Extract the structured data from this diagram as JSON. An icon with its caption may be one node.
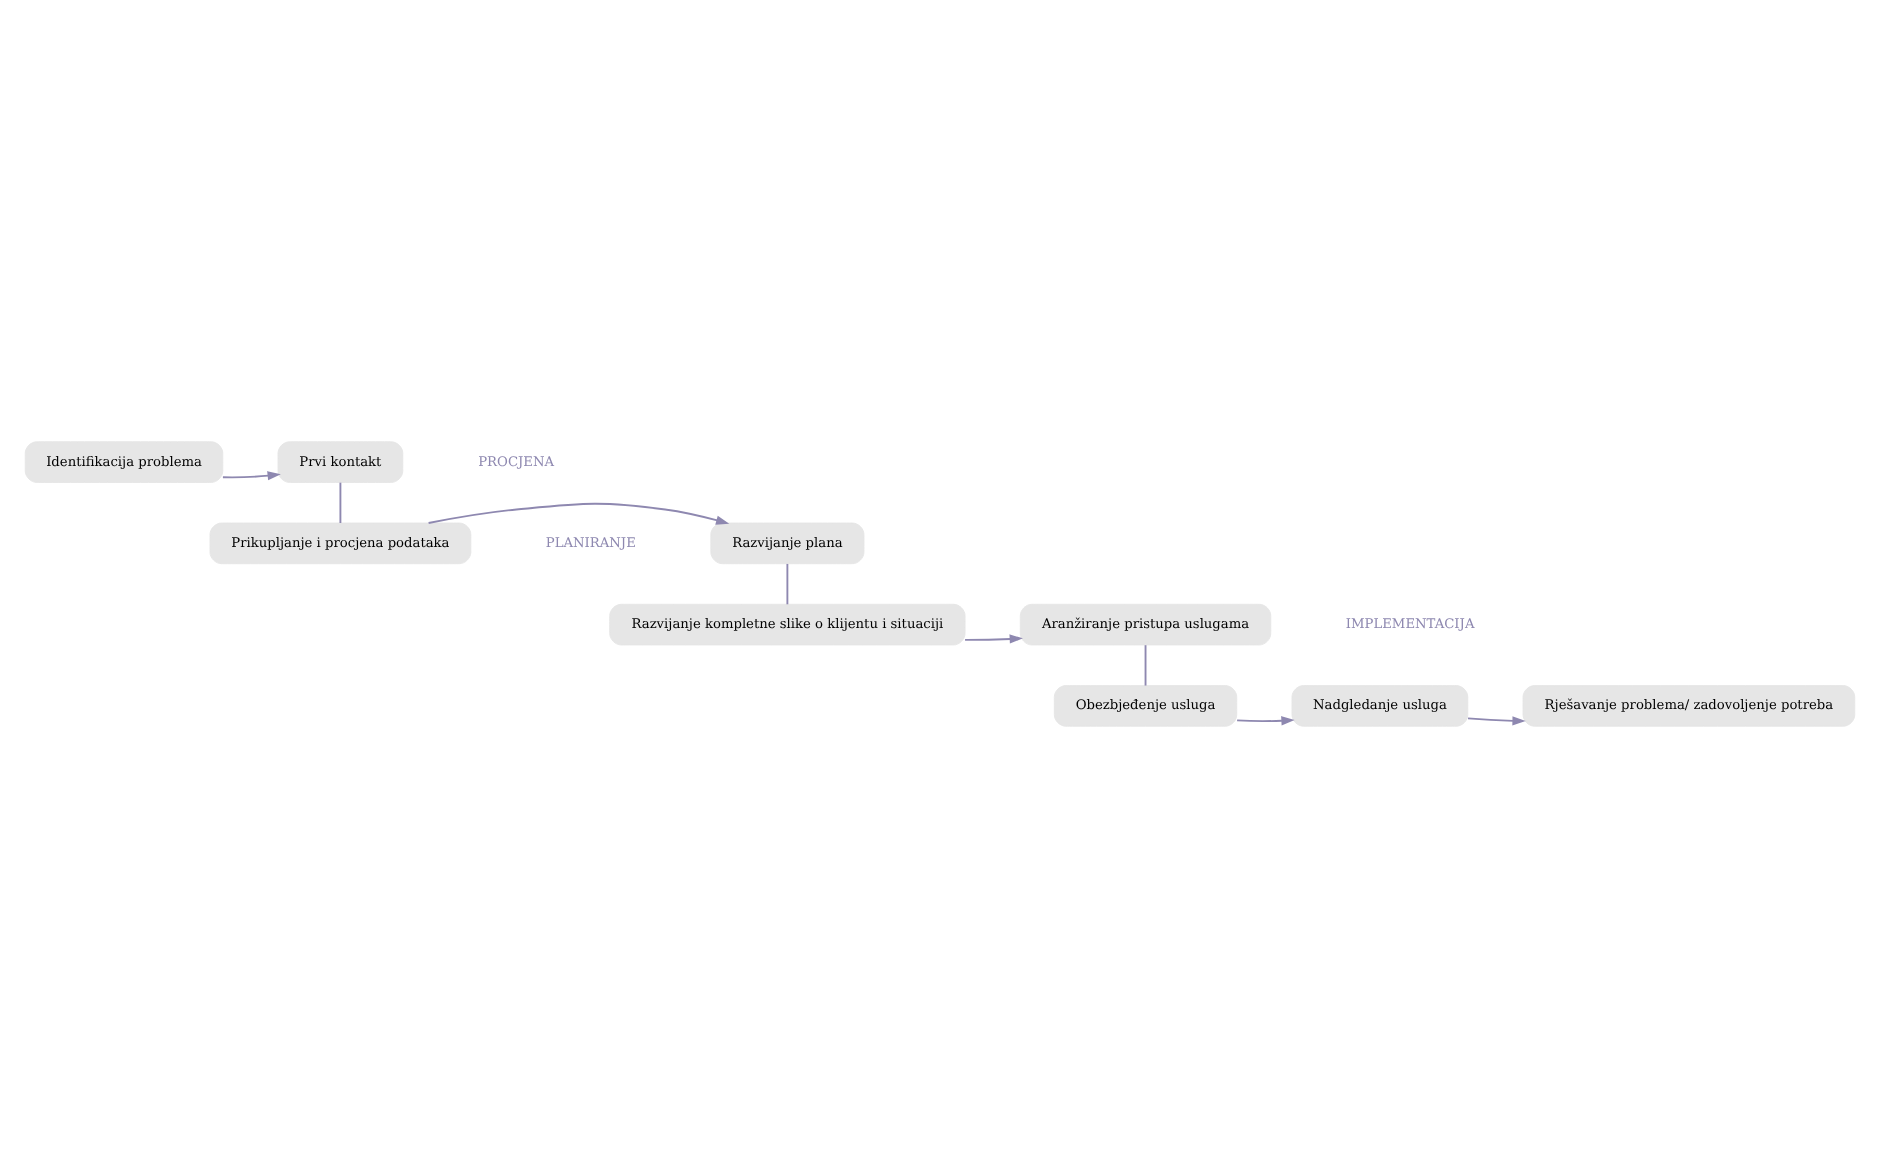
{
  "diagram": {
    "nodes": [
      {
        "text": [
          "Identifikacija problema"
        ]
      },
      {
        "text": [
          "Prvi kontakt"
        ]
      },
      {
        "text": [
          "Prikupljanje i procjena podataka"
        ]
      },
      {
        "text": [
          "Razvijanje plana"
        ]
      },
      {
        "text": [
          "Razvijanje kompletne slike o klijentu i situaciji"
        ]
      },
      {
        "text": [
          "Aranžiranje pristupa uslugama"
        ]
      },
      {
        "text": [
          "Obezbjeđenje usluga"
        ]
      },
      {
        "text": [
          "Nadgledanje usluga"
        ]
      },
      {
        "text": [
          "Rješavanje problema/ zadovoljenje potreba"
        ]
      }
    ],
    "edges": [
      {
        "from": 0,
        "to": 1,
        "arrow": "to"
      },
      {
        "from": 1,
        "to": 2,
        "arrow": "none"
      },
      {
        "from": 2,
        "to": 3,
        "arrow": "to"
      },
      {
        "from": 3,
        "to": 4,
        "arrow": "none"
      },
      {
        "from": 4,
        "to": 5,
        "arrow": "to"
      },
      {
        "from": 5,
        "to": 6,
        "arrow": "none"
      },
      {
        "from": 6,
        "to": 7,
        "arrow": "to"
      },
      {
        "from": 7,
        "to": 8,
        "arrow": "to"
      }
    ],
    "labels": [
      "PROCJENA",
      "PLANIRANJE",
      "IMPLEMENTACIJA"
    ]
  }
}
